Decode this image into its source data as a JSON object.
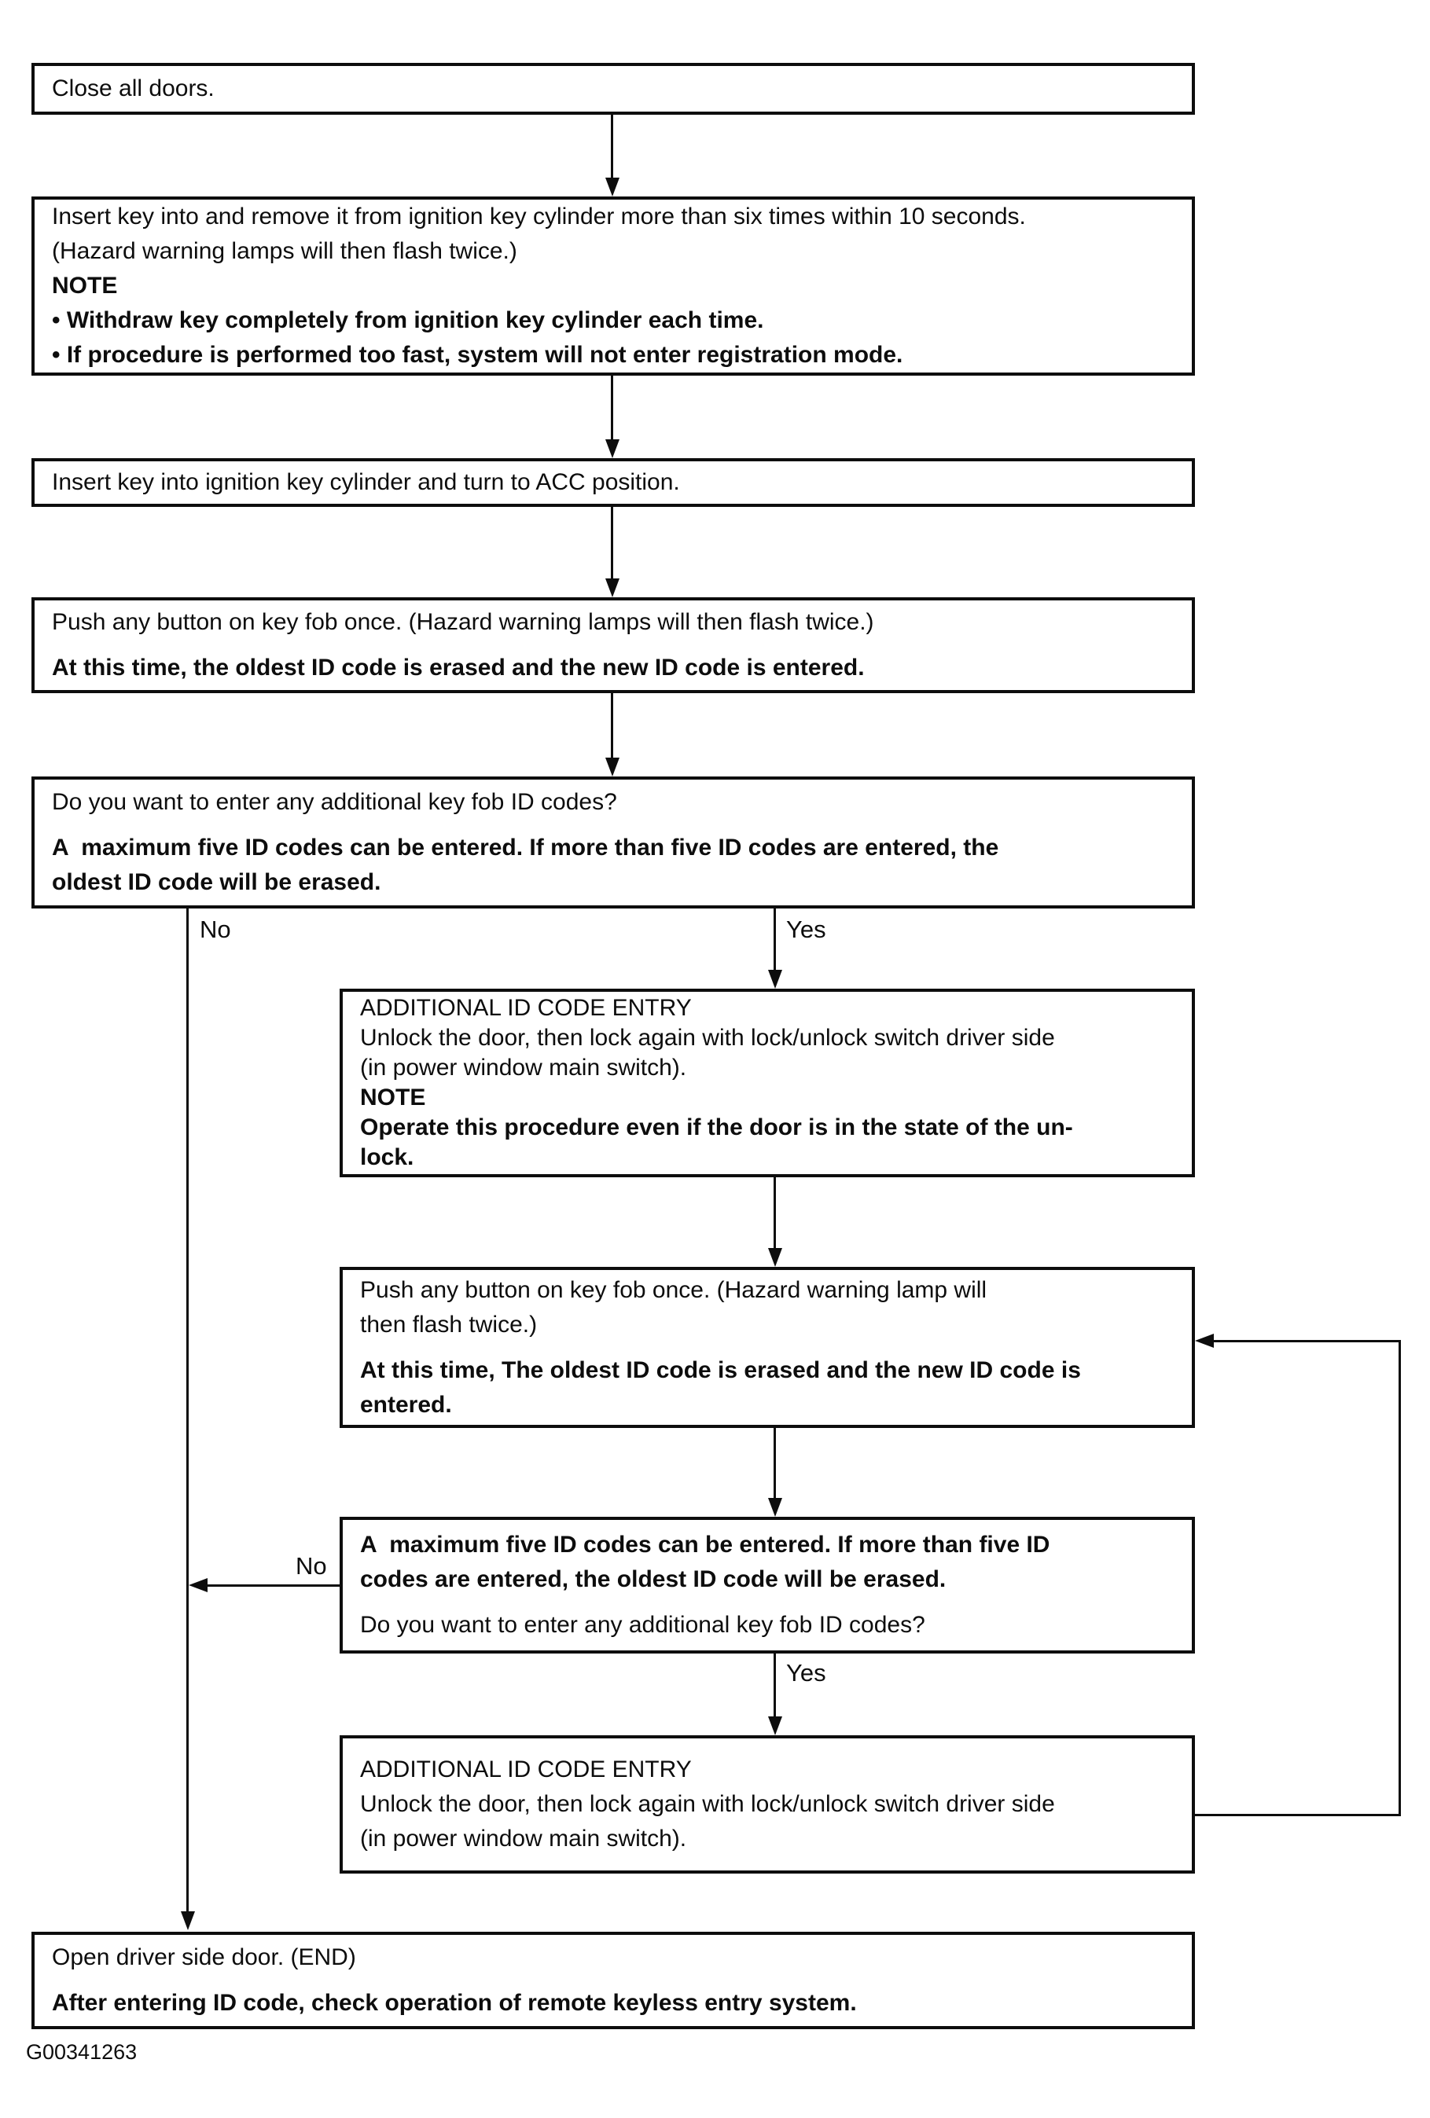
{
  "figure": {
    "id_label": "G00341263"
  },
  "edge_labels": {
    "no_1": "No",
    "yes_1": "Yes",
    "no_2": "No",
    "yes_2": "Yes"
  },
  "boxes": [
    {
      "name": "close-all-doors",
      "lines": [
        {
          "t": "Close all doors.",
          "bold": false
        }
      ]
    },
    {
      "name": "insert-remove-key",
      "lines": [
        {
          "t": "Insert key into and remove it from ignition key cylinder more than six times within 10 seconds.",
          "bold": false
        },
        {
          "t": "(Hazard warning lamps will then flash twice.)",
          "bold": false
        },
        {
          "t": "NOTE",
          "bold": true
        },
        {
          "t": "• Withdraw key completely from ignition key cylinder each time.",
          "bold": true
        },
        {
          "t": "• If procedure is performed too fast, system will not enter registration mode.",
          "bold": true
        }
      ]
    },
    {
      "name": "turn-to-acc",
      "lines": [
        {
          "t": "Insert key into ignition key cylinder and turn to ACC position.",
          "bold": false
        }
      ]
    },
    {
      "name": "push-key-fob-first",
      "lines": [
        {
          "t": "Push any button on key fob once. (Hazard warning lamps will then flash twice.)",
          "bold": false
        },
        {
          "t": "At this time, the oldest ID code is erased and the new ID code is entered.",
          "bold": true
        }
      ]
    },
    {
      "name": "decision-additional-codes-1",
      "lines": [
        {
          "t": "Do you want to enter any additional key fob ID codes?",
          "bold": false
        },
        {
          "t": "A  maximum five ID codes can be entered. If more than five ID codes are entered, the",
          "bold": true
        },
        {
          "t": "oldest ID code will be erased.",
          "bold": true
        }
      ]
    },
    {
      "name": "additional-id-code-entry-1",
      "lines": [
        {
          "t": "ADDITIONAL ID CODE ENTRY",
          "bold": false
        },
        {
          "t": "Unlock the door, then lock again with lock/unlock switch driver side",
          "bold": false
        },
        {
          "t": "(in power window main switch).",
          "bold": false
        },
        {
          "t": "NOTE",
          "bold": true
        },
        {
          "t": "Operate this procedure even if the door is in the state of the un-",
          "bold": true
        },
        {
          "t": "lock.",
          "bold": true
        }
      ]
    },
    {
      "name": "push-key-fob-loop",
      "lines": [
        {
          "t": "Push any button on key fob once. (Hazard warning lamp will",
          "bold": false
        },
        {
          "t": "then flash twice.)",
          "bold": false
        },
        {
          "t": "At this time, The oldest ID code is erased and the new ID code is",
          "bold": true
        },
        {
          "t": "entered.",
          "bold": true
        }
      ]
    },
    {
      "name": "decision-additional-codes-2",
      "lines": [
        {
          "t": "A  maximum five ID codes can be entered. If more than five ID",
          "bold": true
        },
        {
          "t": "codes are entered, the oldest ID code will be erased.",
          "bold": true
        },
        {
          "t": "Do you want to enter any additional key fob ID codes?",
          "bold": false
        }
      ]
    },
    {
      "name": "additional-id-code-entry-2",
      "lines": [
        {
          "t": "ADDITIONAL ID CODE ENTRY",
          "bold": false
        },
        {
          "t": "Unlock the door, then lock again with lock/unlock switch driver side",
          "bold": false
        },
        {
          "t": "(in power window main switch).",
          "bold": false
        }
      ]
    },
    {
      "name": "open-door-end",
      "lines": [
        {
          "t": "Open driver side door. (END)",
          "bold": false
        },
        {
          "t": "After entering ID code, check operation of remote keyless entry system.",
          "bold": true
        }
      ]
    }
  ]
}
